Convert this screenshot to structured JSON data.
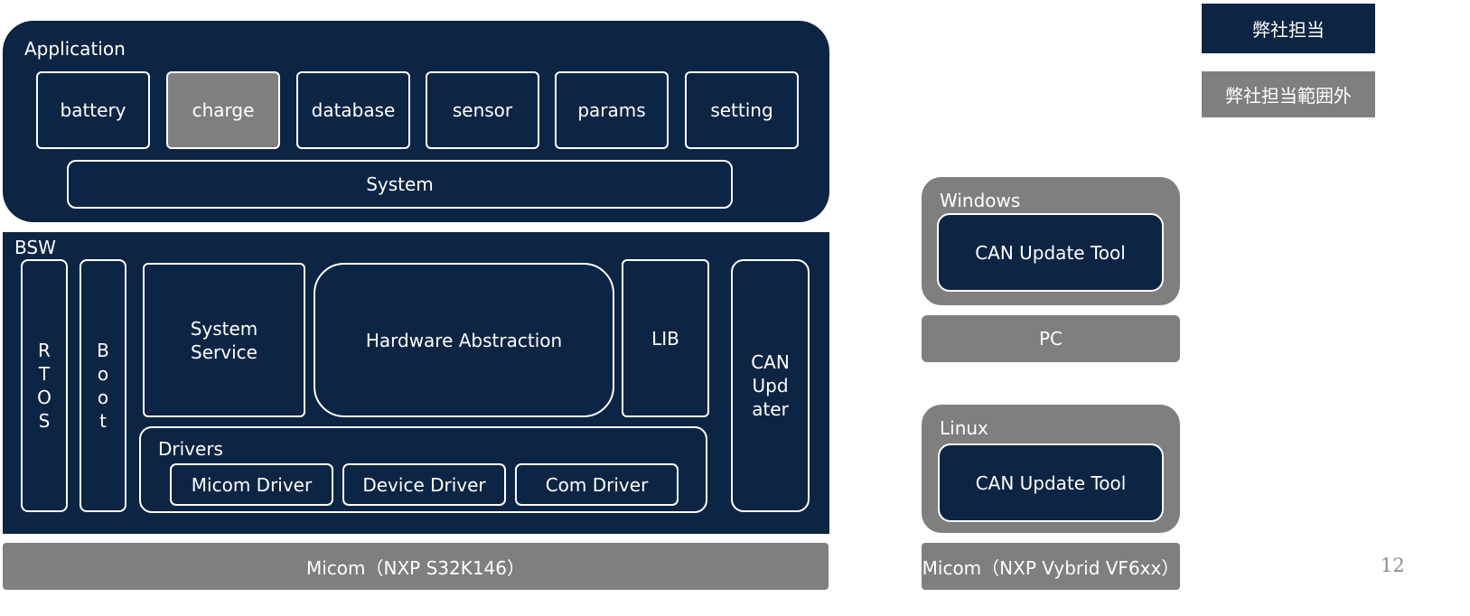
{
  "legend": {
    "ours": "弊社担当",
    "not_ours": "弊社担当範囲外"
  },
  "application": {
    "title": "Application",
    "modules": [
      "battery",
      "charge",
      "database",
      "sensor",
      "params",
      "setting"
    ],
    "system": "System"
  },
  "bsw": {
    "title": "BSW",
    "rtos": [
      "R",
      "T",
      "O",
      "S"
    ],
    "boot": [
      "B",
      "o",
      "o",
      "t"
    ],
    "system_service": [
      "System",
      "Service"
    ],
    "hardware_abstraction": "Hardware Abstraction",
    "lib": "LIB",
    "can_updater": [
      "CAN",
      "Upd",
      "ater"
    ],
    "drivers": {
      "title": "Drivers",
      "items": [
        "Micom Driver",
        "Device Driver",
        "Com Driver"
      ]
    }
  },
  "micom_left": "Micom（NXP S32K146）",
  "windows": {
    "title": "Windows",
    "tool": "CAN Update Tool"
  },
  "pc": "PC",
  "linux": {
    "title": "Linux",
    "tool": "CAN Update Tool"
  },
  "micom_right": "Micom（NXP Vybrid VF6xx）",
  "page_number": "12",
  "colors": {
    "navy": "#0d2544",
    "grey": "#7f7f7f"
  }
}
